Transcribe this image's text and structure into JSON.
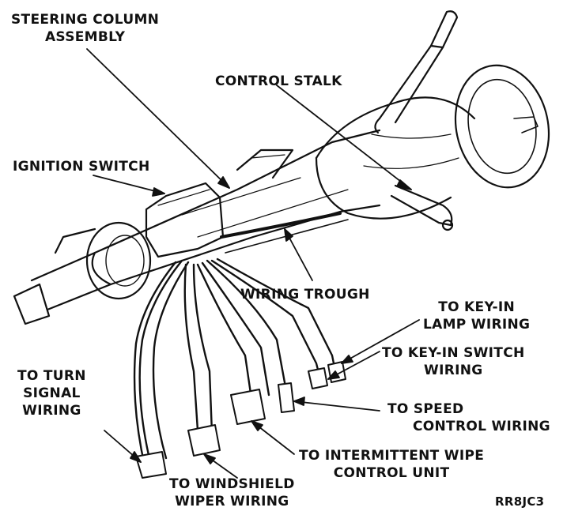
{
  "labels": {
    "steering_column_assembly": [
      "STEERING COLUMN",
      "ASSEMBLY"
    ],
    "control_stalk": "CONTROL STALK",
    "ignition_switch": "IGNITION SWITCH",
    "wiring_trough": "WIRING TROUGH",
    "key_in_lamp_wiring": [
      "TO KEY-IN",
      "LAMP WIRING"
    ],
    "key_in_switch_wiring": [
      "TO KEY-IN SWITCH",
      "WIRING"
    ],
    "turn_signal_wiring": [
      "TO TURN",
      "SIGNAL",
      "WIRING"
    ],
    "speed_control_wiring": [
      "TO SPEED",
      "CONTROL WIRING"
    ],
    "intermittent_wipe": [
      "TO INTERMITTENT WIPE",
      "CONTROL UNIT"
    ],
    "windshield_wiper_wiring": [
      "TO WINDSHIELD",
      "WIPER WIRING"
    ],
    "figure_code": "RR8JC3"
  }
}
